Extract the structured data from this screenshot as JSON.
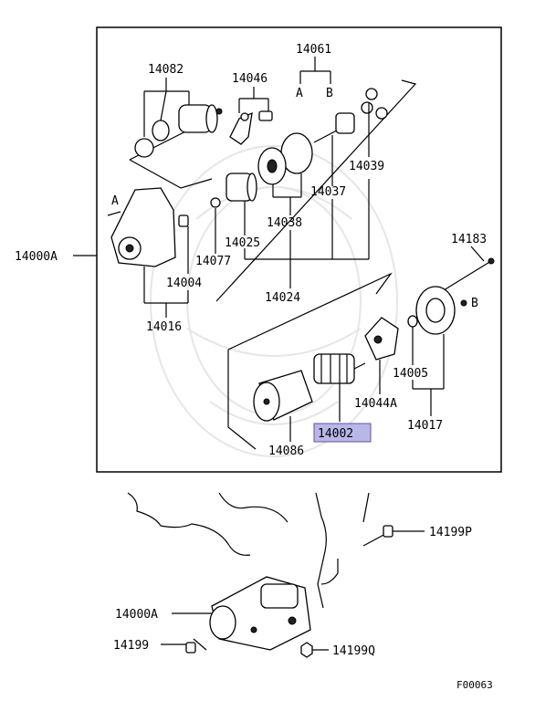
{
  "figure_code": "F00063",
  "highlight_color": "#b9b6e8",
  "labels": {
    "p14061": "14061",
    "A1": "A",
    "B1": "B",
    "p14082": "14082",
    "p14046": "14046",
    "A2": "A",
    "p14039": "14039",
    "p14037": "14037",
    "p14038": "14038",
    "p14025": "14025",
    "p14077": "14077",
    "p14024": "14024",
    "p14004": "14004",
    "p14016": "14016",
    "p14000A_top": "14000A",
    "p14183": "14183",
    "B2": "B",
    "p14005": "14005",
    "p14044A": "14044A",
    "p14017": "14017",
    "p14002": "14002",
    "p14086": "14086",
    "p14199P": "14199P",
    "p14000A_bottom": "14000A",
    "p14199": "14199",
    "p14199Q": "14199Q"
  }
}
